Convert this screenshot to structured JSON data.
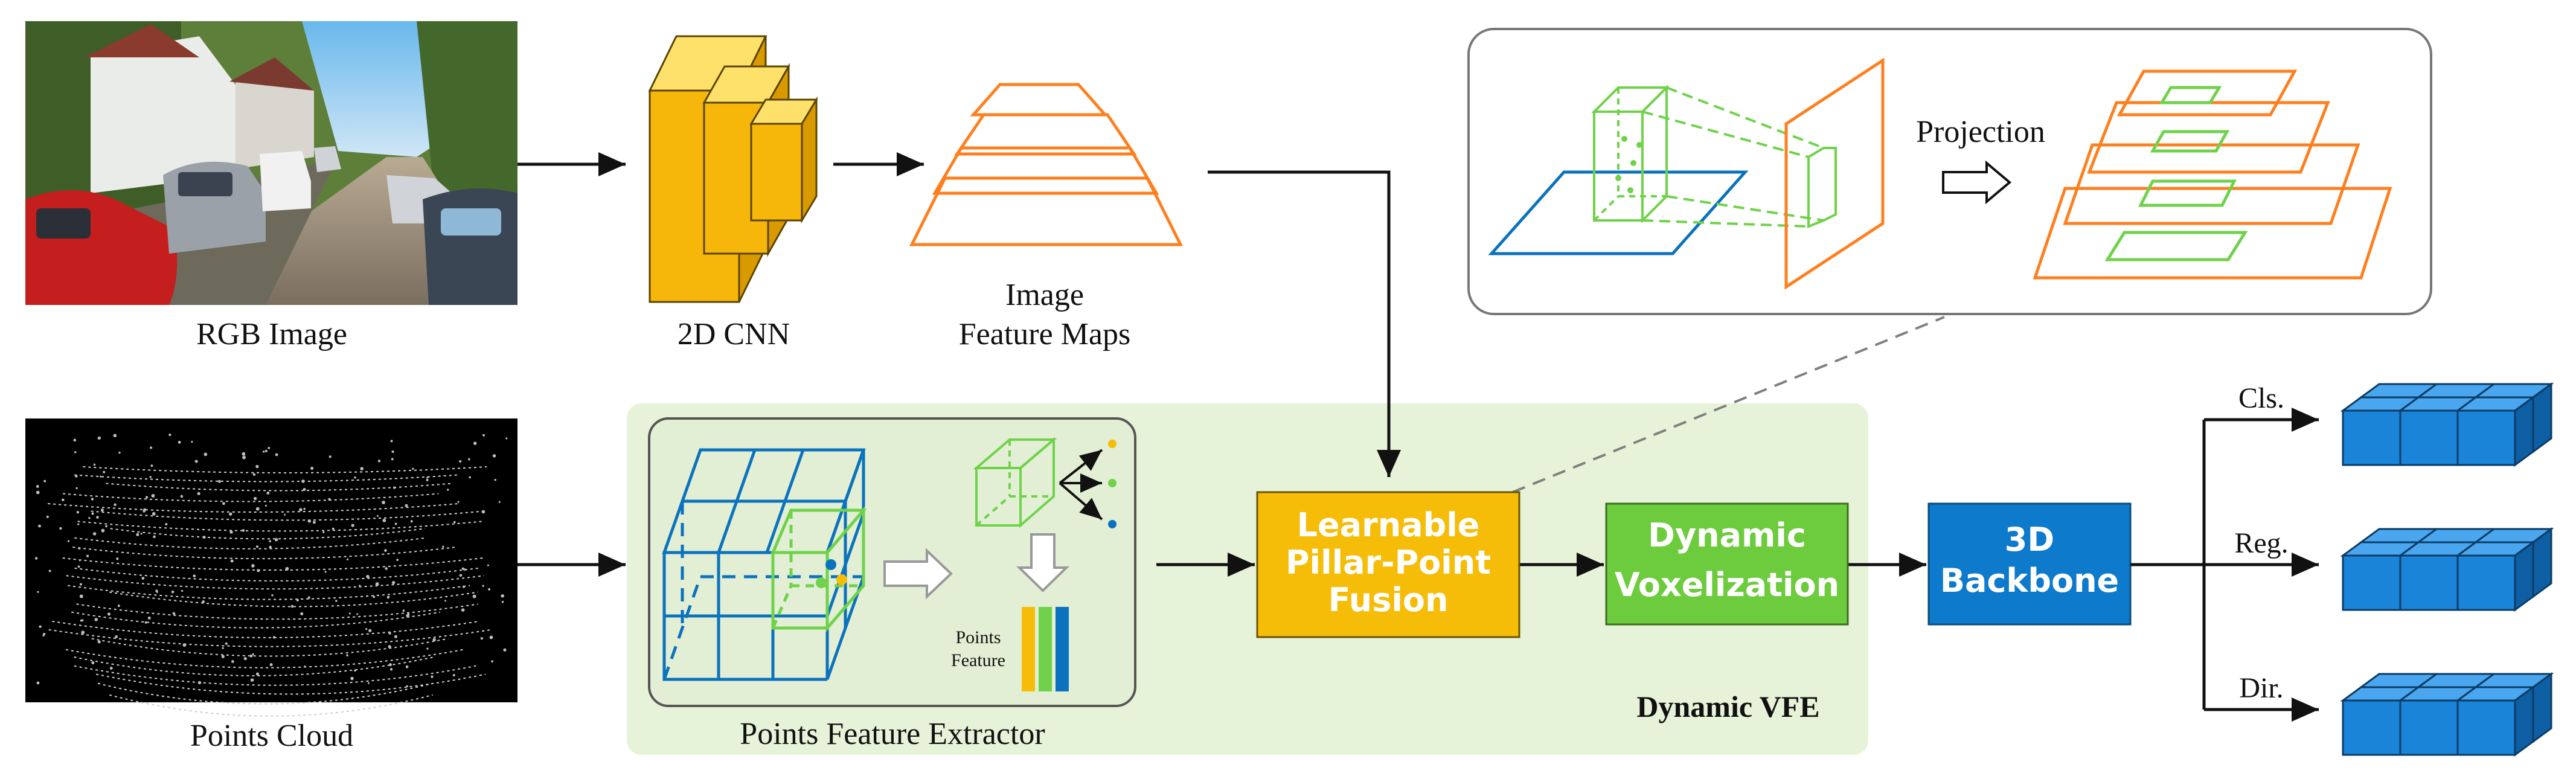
{
  "colors": {
    "green_panel": "#e6f3d9",
    "orange": "#ff7f1e",
    "light_green": "#6fd24a",
    "blue": "#0b72bd",
    "yellow": "#f6bd08",
    "cnn_yellow": "#f7b70a",
    "green_block": "#6dcb3e",
    "blue_block": "#0d7acb",
    "cube_blue": "#1a84d8"
  },
  "inputs": {
    "rgb_image_label": "RGB Image",
    "points_cloud_label": "Points Cloud"
  },
  "image_branch": {
    "cnn_label": "2D CNN",
    "feature_maps_label_line1": "Image",
    "feature_maps_label_line2": "Feature Maps"
  },
  "projection_inset": {
    "projection_label": "Projection"
  },
  "points_feature_extractor": {
    "label": "Points Feature Extractor",
    "points_feature_line1": "Points",
    "points_feature_line2": "Feature"
  },
  "dynamic_vfe_label": "Dynamic VFE",
  "blocks": {
    "fusion": [
      "Learnable",
      "Pillar-Point",
      "Fusion"
    ],
    "voxelization": [
      "Dynamic",
      "Voxelization"
    ],
    "backbone": [
      "3D",
      "Backbone"
    ]
  },
  "heads": {
    "cls": "Cls.",
    "reg": "Reg.",
    "dir": "Dir."
  }
}
